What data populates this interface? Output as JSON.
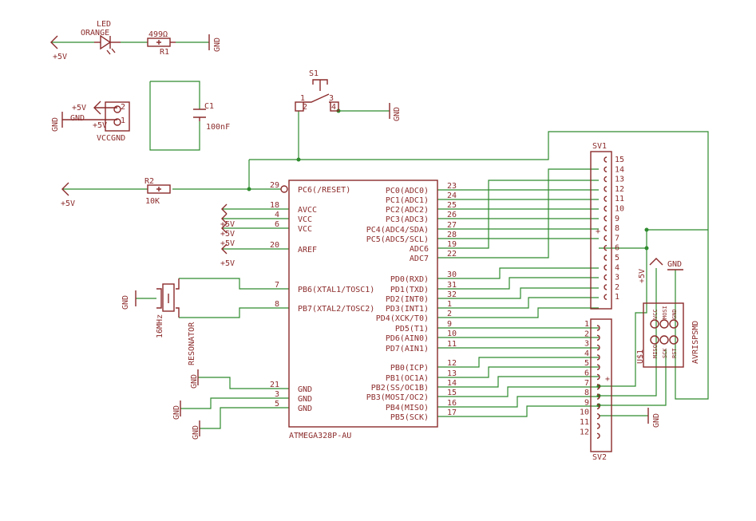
{
  "labels": {
    "led": "LED",
    "orange": "ORANGE",
    "r_val": "499Ω",
    "r1": "R1",
    "gnd": "GND",
    "plus5": "+5V",
    "s1": "S1",
    "c1": "C1",
    "c1_val": "100nF",
    "vccgnd": "VCCGND",
    "r2": "R2",
    "r2_val": "10K",
    "sv1": "SV1",
    "sv2": "SV2",
    "u1": "U$1",
    "avrisp": "AVRISPSMD",
    "chip": "ATMEGA328P-AU",
    "xtal_freq": "16MHz",
    "xtal_name": "RESONATOR"
  },
  "chip_left": [
    {
      "num": "29",
      "name": "PC6(/RESET)"
    },
    {
      "num": "18",
      "name": "AVCC"
    },
    {
      "num": "4",
      "name": "VCC"
    },
    {
      "num": "6",
      "name": "VCC"
    },
    {
      "num": "20",
      "name": "AREF"
    },
    {
      "num": "7",
      "name": "PB6(XTAL1/TOSC1)"
    },
    {
      "num": "8",
      "name": "PB7(XTAL2/TOSC2)"
    },
    {
      "num": "21",
      "name": "GND"
    },
    {
      "num": "3",
      "name": "GND"
    },
    {
      "num": "5",
      "name": "GND"
    }
  ],
  "chip_right": [
    {
      "num": "23",
      "name": "PC0(ADC0)"
    },
    {
      "num": "24",
      "name": "PC1(ADC1)"
    },
    {
      "num": "25",
      "name": "PC2(ADC2)"
    },
    {
      "num": "26",
      "name": "PC3(ADC3)"
    },
    {
      "num": "27",
      "name": "PC4(ADC4/SDA)"
    },
    {
      "num": "28",
      "name": "PC5(ADC5/SCL)"
    },
    {
      "num": "19",
      "name": "ADC6"
    },
    {
      "num": "22",
      "name": "ADC7"
    },
    {
      "num": "30",
      "name": "PD0(RXD)"
    },
    {
      "num": "31",
      "name": "PD1(TXD)"
    },
    {
      "num": "32",
      "name": "PD2(INT0)"
    },
    {
      "num": "1",
      "name": "PD3(INT1)"
    },
    {
      "num": "2",
      "name": "PD4(XCK/T0)"
    },
    {
      "num": "9",
      "name": "PD5(T1)"
    },
    {
      "num": "10",
      "name": "PD6(AIN0)"
    },
    {
      "num": "11",
      "name": "PD7(AIN1)"
    },
    {
      "num": "12",
      "name": "PB0(ICP)"
    },
    {
      "num": "13",
      "name": "PB1(OC1A)"
    },
    {
      "num": "14",
      "name": "PB2(SS/OC1B)"
    },
    {
      "num": "15",
      "name": "PB3(MOSI/OC2)"
    },
    {
      "num": "16",
      "name": "PB4(MISO)"
    },
    {
      "num": "17",
      "name": "PB5(SCK)"
    }
  ],
  "sv1_pins": [
    "15",
    "14",
    "13",
    "12",
    "11",
    "10",
    "9",
    "8",
    "7",
    "6",
    "5",
    "4",
    "3",
    "2",
    "1"
  ],
  "sv2_pins": [
    "1",
    "2",
    "3",
    "4",
    "5",
    "6",
    "7",
    "8",
    "9",
    "10",
    "11",
    "12"
  ],
  "isp_pins": [
    "VCC",
    "MOSI",
    "GND",
    "MISO",
    "SCK",
    "RST"
  ],
  "s1_pins": [
    "1",
    "2",
    "3",
    "4"
  ],
  "conn_pins": [
    "2",
    "1"
  ],
  "colors": {
    "part": "#8c2b2b",
    "wire": "#2e8b2e"
  }
}
